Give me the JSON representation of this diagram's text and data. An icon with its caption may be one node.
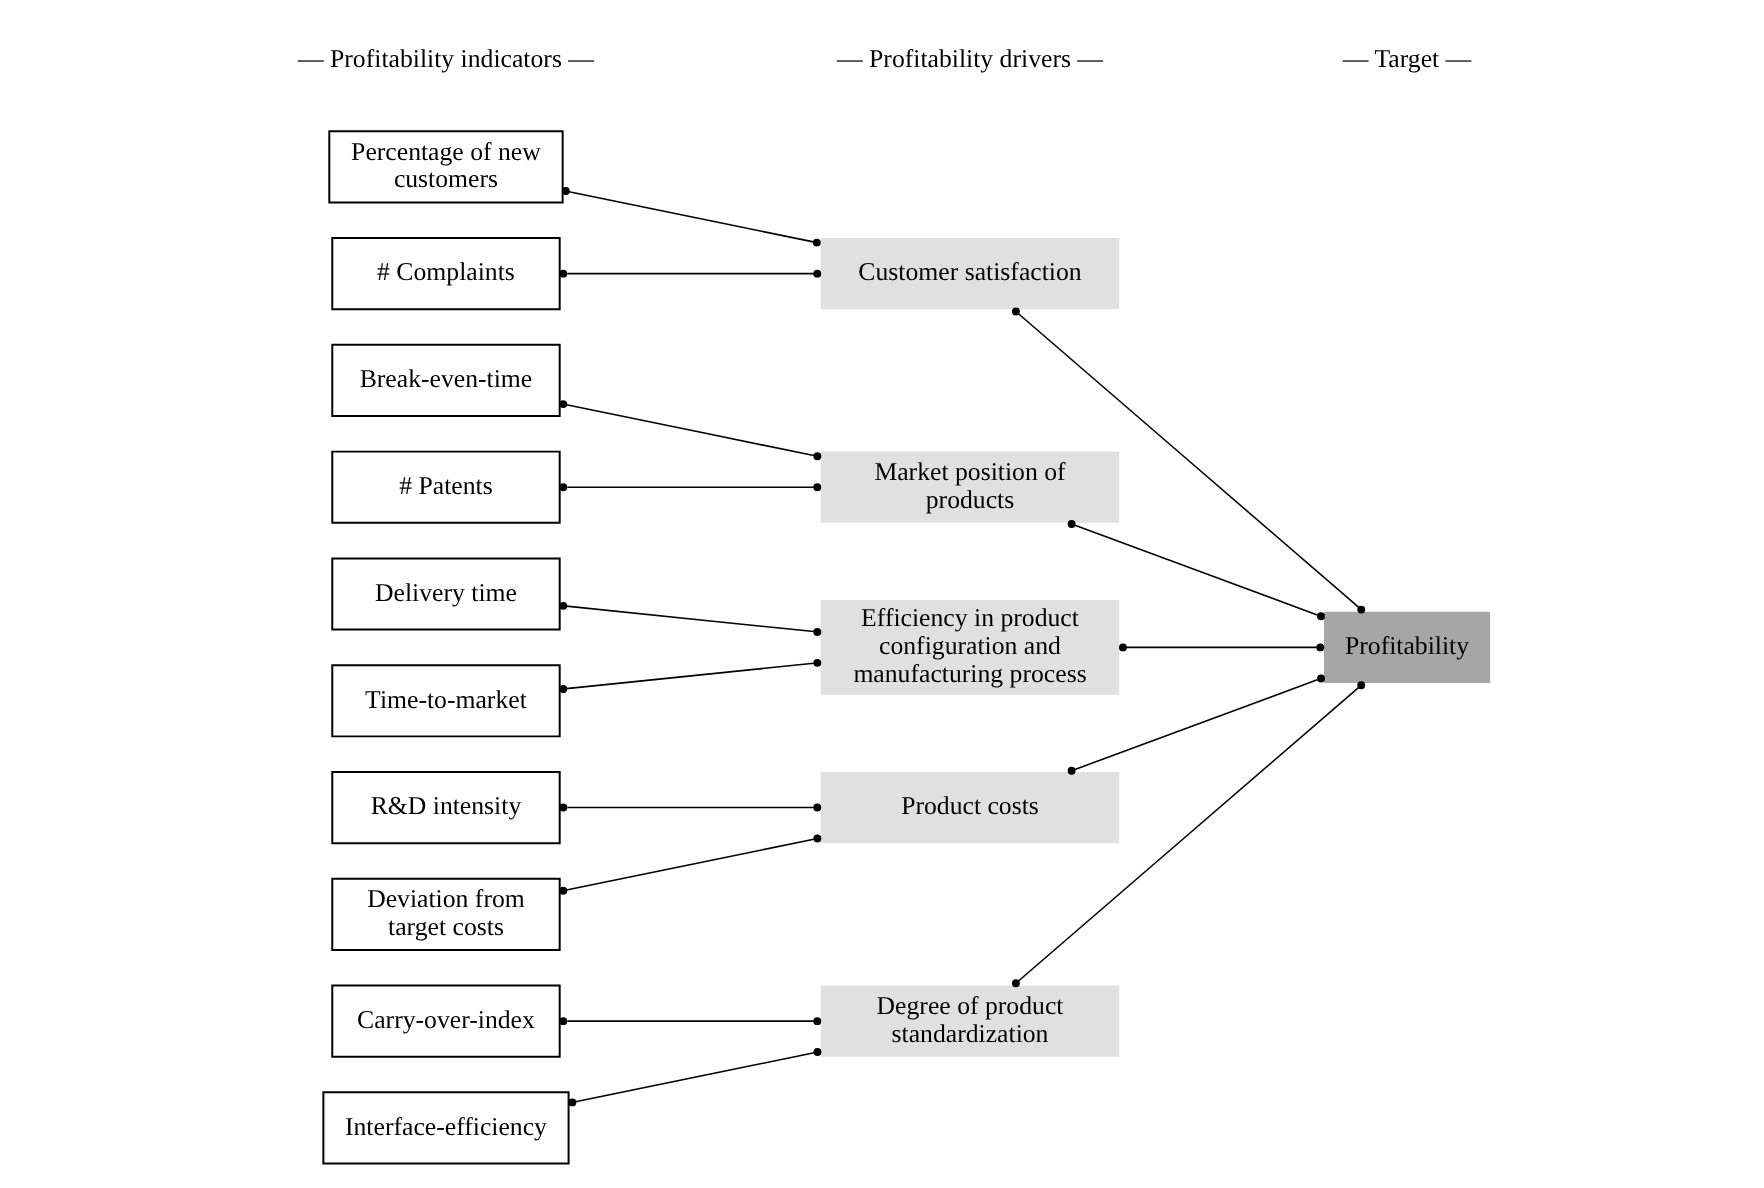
{
  "diagram": {
    "nodes": [
      {
        "text": [
          "Percentage of new customers"
        ]
      },
      {
        "text": [
          "# Complaints"
        ]
      },
      {
        "text": [
          "Break-even-time"
        ]
      },
      {
        "text": [
          "# Patents"
        ]
      },
      {
        "text": [
          "Delivery time"
        ]
      },
      {
        "text": [
          "Time-to-market"
        ]
      },
      {
        "text": [
          "R&D intensity"
        ]
      },
      {
        "text": [
          "Deviation from target costs"
        ]
      },
      {
        "text": [
          "Carry-over-index"
        ]
      },
      {
        "text": [
          "Interface-efficiency"
        ]
      },
      {
        "text": [
          "Customer satisfaction"
        ]
      },
      {
        "text": [
          "Market position of products"
        ]
      },
      {
        "text": [
          "Efficiency in product configuration and manufacturing process"
        ]
      },
      {
        "text": [
          "Product costs"
        ]
      },
      {
        "text": [
          "Degree of product standardization"
        ]
      },
      {
        "text": [
          "Profitability"
        ]
      }
    ],
    "edges": [
      {
        "from": 0,
        "to": 10,
        "arrow": "other"
      },
      {
        "from": 1,
        "to": 10,
        "arrow": "other"
      },
      {
        "from": 2,
        "to": 11,
        "arrow": "other"
      },
      {
        "from": 3,
        "to": 11,
        "arrow": "other"
      },
      {
        "from": 4,
        "to": 12,
        "arrow": "other"
      },
      {
        "from": 5,
        "to": 12,
        "arrow": "other"
      },
      {
        "from": 6,
        "to": 13,
        "arrow": "other"
      },
      {
        "from": 7,
        "to": 13,
        "arrow": "other"
      },
      {
        "from": 8,
        "to": 14,
        "arrow": "other"
      },
      {
        "from": 9,
        "to": 14,
        "arrow": "other"
      },
      {
        "from": 10,
        "to": 15,
        "arrow": "other"
      },
      {
        "from": 11,
        "to": 15,
        "arrow": "other"
      },
      {
        "from": 12,
        "to": 15,
        "arrow": "other"
      },
      {
        "from": 13,
        "to": 15,
        "arrow": "other"
      },
      {
        "from": 14,
        "to": 15,
        "arrow": "other"
      }
    ],
    "labels": [
      "— Profitability indicators —",
      "— Profitability drivers —",
      "— Target —"
    ]
  }
}
